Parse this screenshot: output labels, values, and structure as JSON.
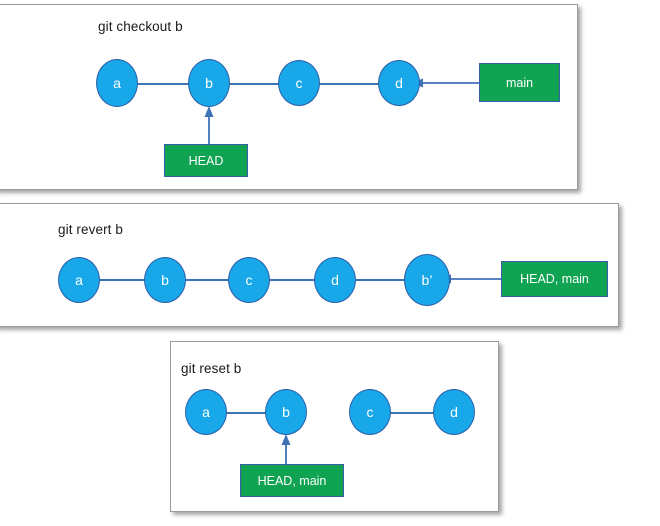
{
  "colors": {
    "node_fill": "#18A7E8",
    "node_stroke": "#2B5EA7",
    "label_fill": "#0FA352",
    "label_stroke": "#3A5FA8",
    "edge": "#3F73B8",
    "panel_border": "#9a9a9a",
    "text_light": "#ffffff",
    "text_dark": "#1a1a1a",
    "background": "#ffffff"
  },
  "diagram": {
    "type": "git-branching-diagram",
    "panels": [
      {
        "id": "panel-checkout",
        "title": "git checkout b",
        "commits": [
          {
            "id": "a",
            "label": "a"
          },
          {
            "id": "b",
            "label": "b"
          },
          {
            "id": "c",
            "label": "c"
          },
          {
            "id": "d",
            "label": "d"
          }
        ],
        "edges": [
          {
            "from": "a",
            "to": "b"
          },
          {
            "from": "b",
            "to": "c"
          },
          {
            "from": "c",
            "to": "d"
          }
        ],
        "refs": [
          {
            "id": "main",
            "label": "main",
            "points_to": "d",
            "direction": "left"
          },
          {
            "id": "head",
            "label": "HEAD",
            "points_to": "b",
            "direction": "up"
          }
        ]
      },
      {
        "id": "panel-revert",
        "title": "git revert b",
        "commits": [
          {
            "id": "a",
            "label": "a"
          },
          {
            "id": "b",
            "label": "b"
          },
          {
            "id": "c",
            "label": "c"
          },
          {
            "id": "d",
            "label": "d"
          },
          {
            "id": "bprime",
            "label": "b’"
          }
        ],
        "edges": [
          {
            "from": "a",
            "to": "b"
          },
          {
            "from": "b",
            "to": "c"
          },
          {
            "from": "c",
            "to": "d"
          },
          {
            "from": "d",
            "to": "bprime"
          }
        ],
        "refs": [
          {
            "id": "head-main",
            "label": "HEAD, main",
            "points_to": "bprime",
            "direction": "left"
          }
        ]
      },
      {
        "id": "panel-reset",
        "title": "git reset b",
        "commits": [
          {
            "id": "a",
            "label": "a"
          },
          {
            "id": "b",
            "label": "b"
          },
          {
            "id": "c",
            "label": "c"
          },
          {
            "id": "d",
            "label": "d"
          }
        ],
        "edges": [
          {
            "from": "a",
            "to": "b"
          },
          {
            "from": "c",
            "to": "d"
          }
        ],
        "refs": [
          {
            "id": "head-main",
            "label": "HEAD, main",
            "points_to": "b",
            "direction": "up"
          }
        ]
      }
    ]
  }
}
